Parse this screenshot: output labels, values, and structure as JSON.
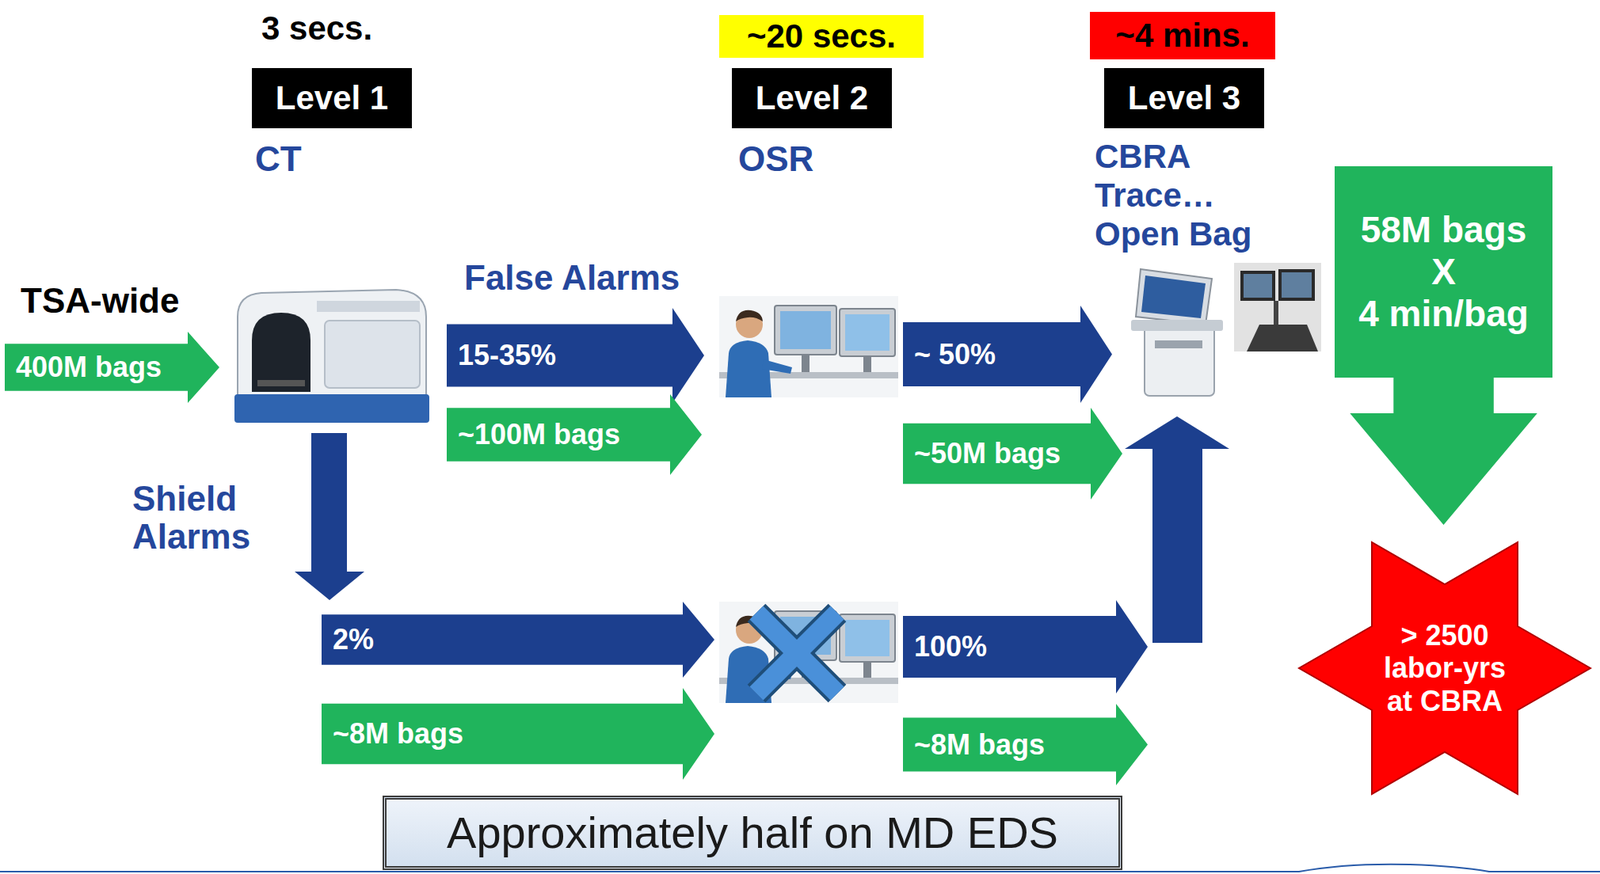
{
  "diagram": {
    "nodes": [
      {
        "text": [
          "~20 secs."
        ]
      },
      {
        "text": [
          "~4 mins."
        ]
      },
      {
        "text": [
          "Level 1"
        ]
      },
      {
        "text": [
          "Level 2"
        ]
      },
      {
        "text": [
          "Level 3"
        ]
      },
      {
        "text": [
          "58M bags",
          "X",
          "4 min/bag"
        ]
      },
      {
        "text": [
          "400M bags"
        ]
      },
      {
        "text": [
          "15-35%"
        ]
      },
      {
        "text": [
          "~100M bags"
        ]
      },
      {
        "text": [
          "~ 50%"
        ]
      },
      {
        "text": [
          "~50M bags"
        ]
      },
      {
        "text": [
          "> 2500 labor-yrs at CBRA"
        ]
      },
      {
        "text": [
          "2%"
        ]
      },
      {
        "text": [
          "~8M bags"
        ]
      },
      {
        "text": [
          "100%"
        ]
      },
      {
        "text": [
          "~8M bags"
        ]
      },
      {
        "text": [
          "Approximately half on MD EDS"
        ]
      }
    ],
    "labels": [
      "3 secs.",
      "CT",
      "OSR",
      "CBRA Trace… Open Bag",
      "TSA-wide",
      "False Alarms",
      "Shield Alarms"
    ]
  }
}
